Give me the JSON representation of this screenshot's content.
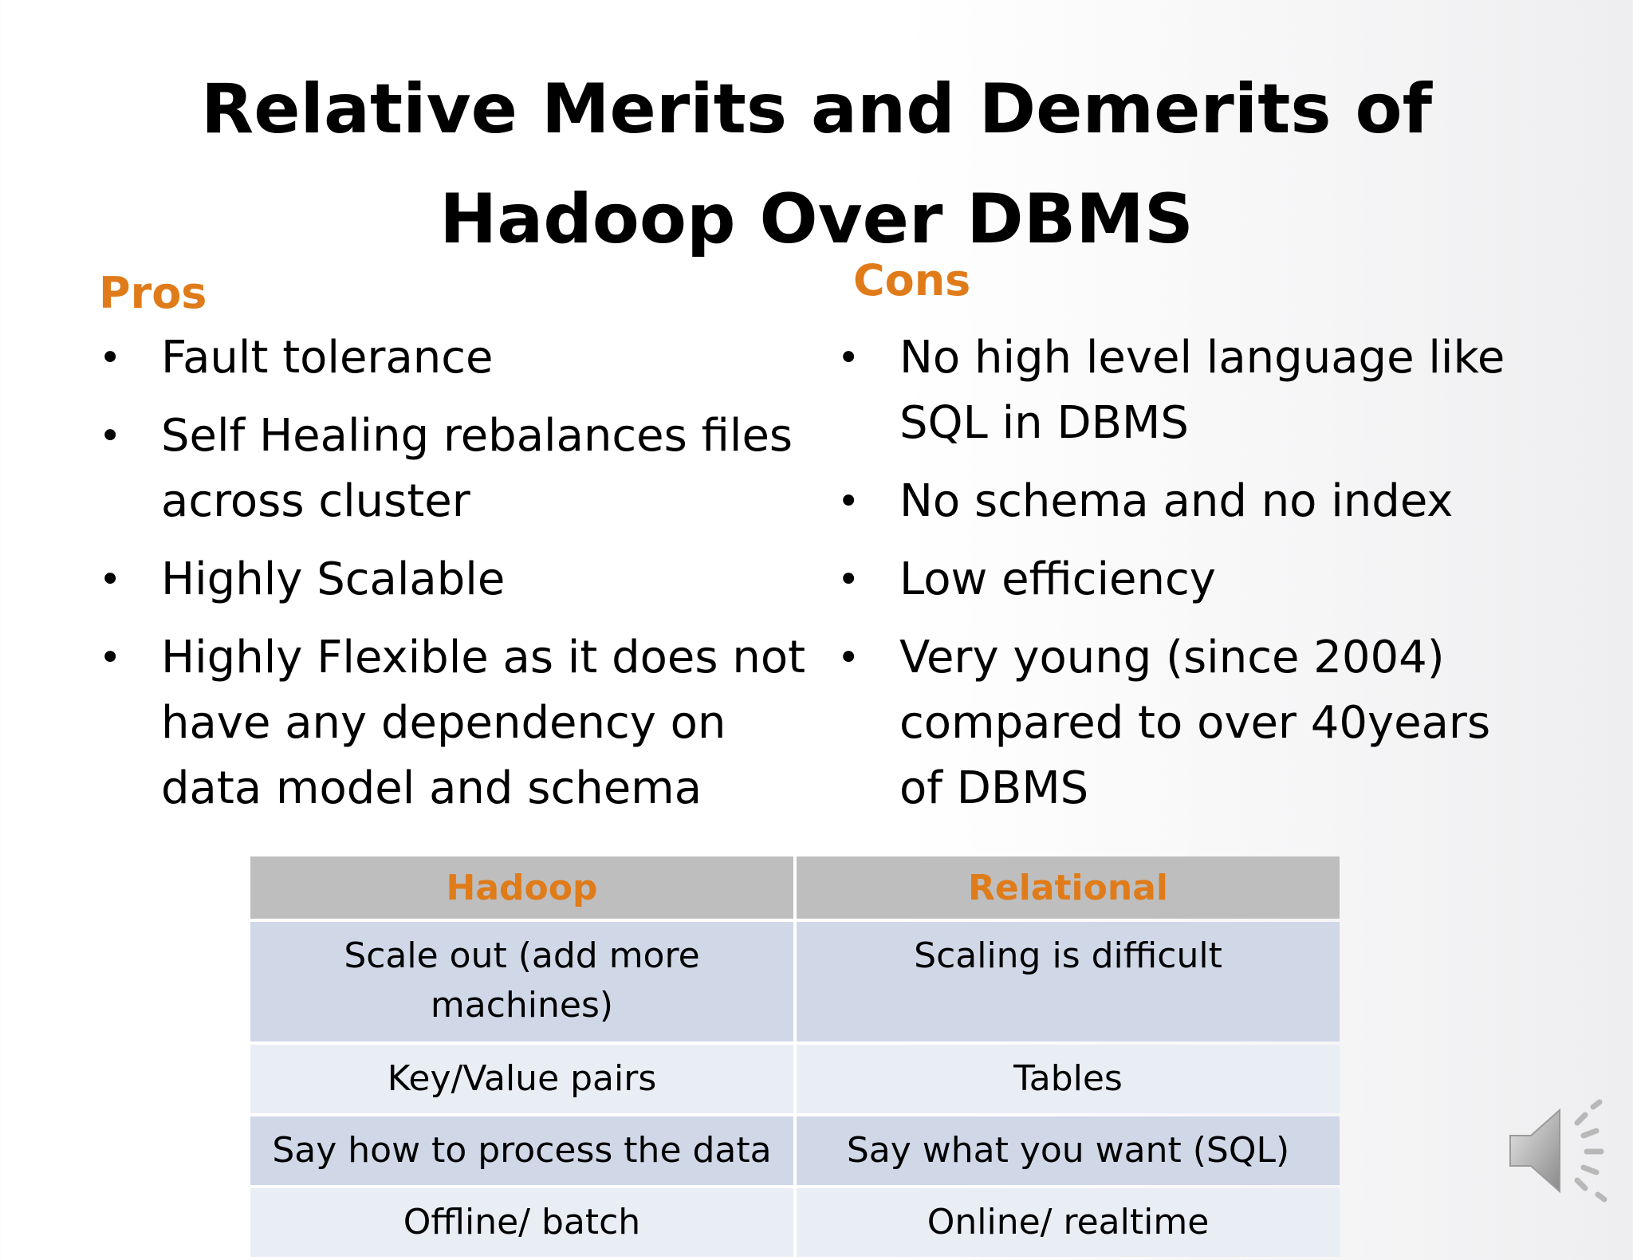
{
  "title": {
    "line1": "Relative Merits and Demerits of",
    "line2": "Hadoop Over DBMS"
  },
  "pros": {
    "heading": "Pros",
    "items": [
      {
        "lines": [
          "Fault tolerance"
        ]
      },
      {
        "lines": [
          "Self Healing rebalances files",
          "across cluster"
        ]
      },
      {
        "lines": [
          "Highly Scalable"
        ]
      },
      {
        "lines": [
          "Highly Flexible as it does not",
          "have any dependency on",
          "data model and schema"
        ]
      }
    ]
  },
  "cons": {
    "heading": "Cons",
    "items": [
      {
        "lines": [
          "No high level language like",
          "SQL in DBMS"
        ]
      },
      {
        "lines": [
          "No schema and no index"
        ]
      },
      {
        "lines": [
          "Low efficiency"
        ]
      },
      {
        "lines": [
          "Very young (since 2004)",
          "compared to over 40years",
          "of DBMS"
        ]
      }
    ]
  },
  "bullet_char": "•",
  "table": {
    "headers": [
      "Hadoop",
      "Relational"
    ],
    "rows": [
      {
        "hadoop": [
          "Scale out (add more",
          "machines)"
        ],
        "relational": [
          "Scaling is difficult"
        ]
      },
      {
        "hadoop": [
          "Key/Value pairs"
        ],
        "relational": [
          "Tables"
        ]
      },
      {
        "hadoop": [
          "Say how to process the data"
        ],
        "relational": [
          "Say what you want (SQL)"
        ]
      },
      {
        "hadoop": [
          "Offline/ batch"
        ],
        "relational": [
          "Online/ realtime"
        ]
      }
    ]
  },
  "icons": {
    "audio": "speaker-icon"
  },
  "colors": {
    "heading_accent": "#e07b1a",
    "table_header_bg": "#bebebe",
    "table_row_dark": "#d0d8e8",
    "table_row_light": "#e9edf4"
  }
}
